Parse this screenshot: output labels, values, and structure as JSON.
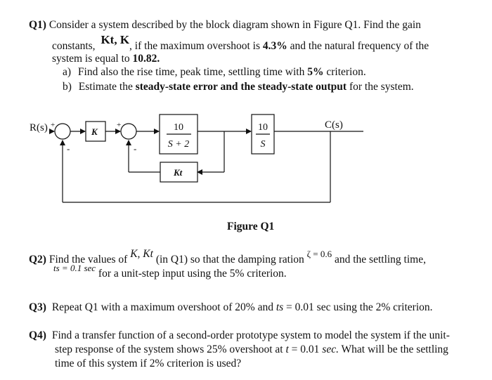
{
  "q1": {
    "label": "Q1)",
    "line1": "Consider a system described by the block diagram shown in Figure Q1. Find the gain",
    "constants": "constants,",
    "gains": "Kt, K",
    "cond_pre": ", if the maximum overshoot is ",
    "overshoot": "4.3%",
    "cond_mid": " and the natural frequency of the",
    "line3_pre": "system is equal to ",
    "wn": "10.82.",
    "a_label": "a)",
    "a_pre": "Find also the rise time, peak time, settling time with ",
    "a_crit": "5%",
    "a_post": " criterion.",
    "b_label": "b)",
    "b_pre": "Estimate the ",
    "b_bold": "steady-state error and the steady-state output",
    "b_post": " for the system."
  },
  "diagram": {
    "input": "R(s)",
    "output": "C(s)",
    "gain_k": "K",
    "gain_kt": "Kt",
    "block1_num": "10",
    "block1_den": "S + 2",
    "block2_num": "10",
    "block2_den": "S",
    "plus1": "+",
    "plus2": "+",
    "minus1": "-",
    "minus2": "-",
    "caption": "Figure Q1"
  },
  "q2": {
    "label": "Q2)",
    "pre": "Find the values of",
    "vars": "K, Kt",
    "mid": "(in Q1) so that the damping ration",
    "zeta": "ζ = 0.6",
    "post": "and the settling time,",
    "ts": "ts = 0.1 sec",
    "line2": "for a unit-step input using the 5% criterion."
  },
  "q3": {
    "label": "Q3)",
    "pre": "Repeat Q1 with a maximum overshoot of 20% and ",
    "ts": "ts",
    "post": " = 0.01 sec using the 2% criterion."
  },
  "q4": {
    "label": "Q4)",
    "line1": "Find a transfer function of a second-order prototype system to model the system if the unit-",
    "line2_pre": "step response of the system shows 25% overshoot at ",
    "line2_t": "t",
    "line2_val": " = 0.01 ",
    "line2_unit": "sec.",
    "line2_post": " What will be the settling",
    "line3": "time of this system if 2% criterion is used?"
  }
}
